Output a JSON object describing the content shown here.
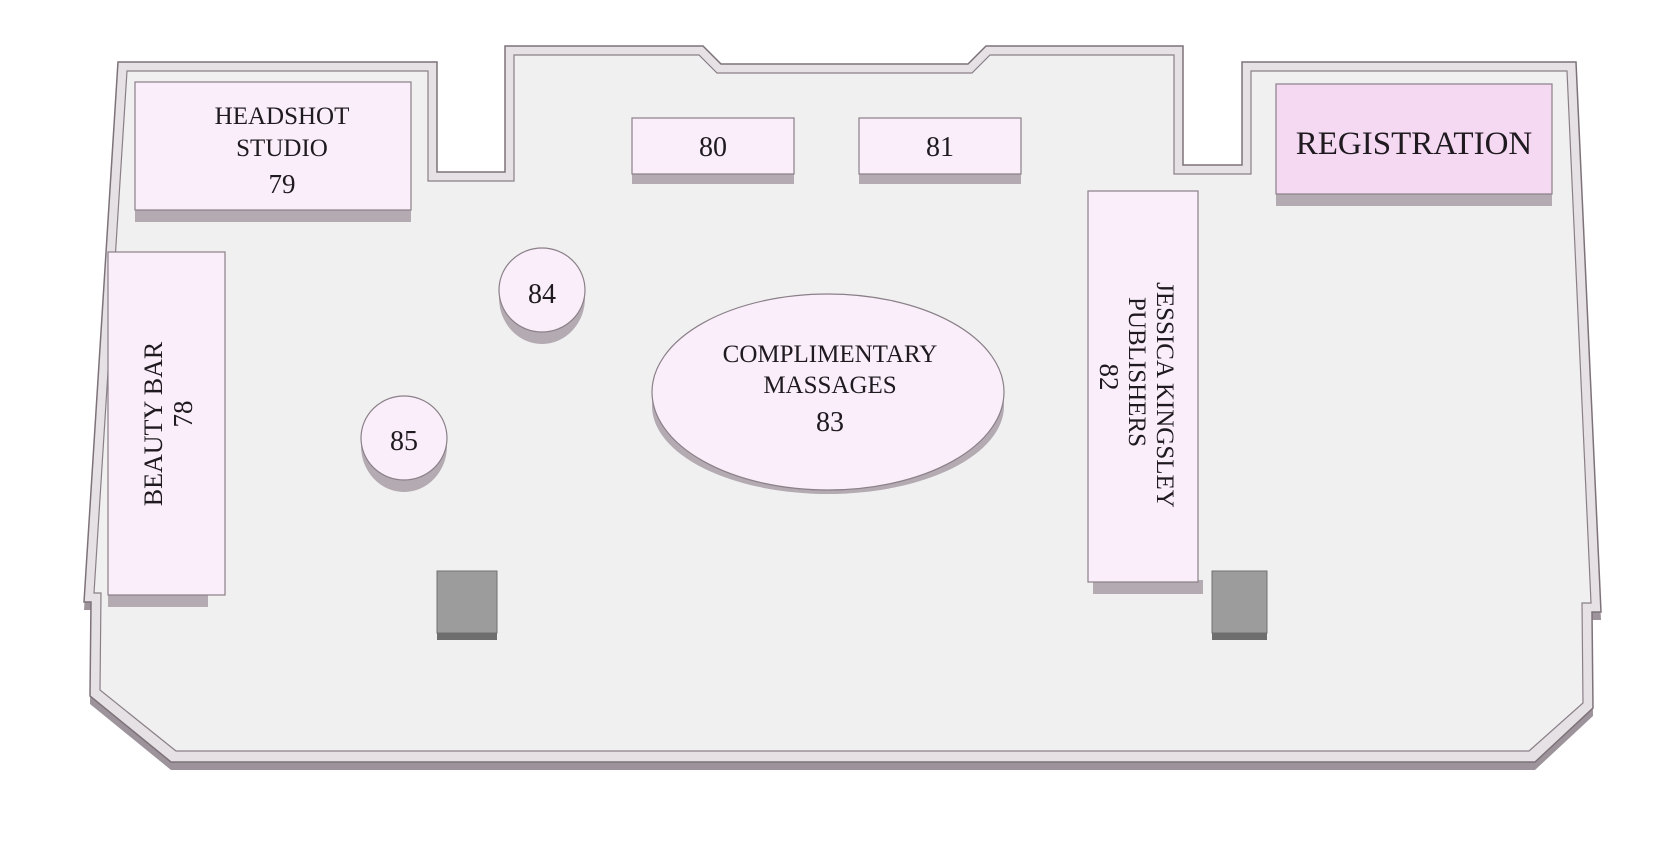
{
  "colors": {
    "floor": "#f1f0f1",
    "booth": "#faeefa",
    "registration": "#f5d8f2",
    "wall": "#e6e1e5",
    "pillar": "#9c9c9c"
  },
  "booths": {
    "headshot": {
      "line1": "HEADSHOT",
      "line2": "STUDIO",
      "number": "79"
    },
    "beauty": {
      "name": "BEAUTY BAR",
      "number": "78"
    },
    "b80": {
      "number": "80"
    },
    "b81": {
      "number": "81"
    },
    "registration": {
      "name": "REGISTRATION"
    },
    "jessica": {
      "line1": "JESSICA KINGSLEY",
      "line2": "PUBLISHERS",
      "number": "82"
    },
    "massages": {
      "line1": "COMPLIMENTARY",
      "line2": "MASSAGES",
      "number": "83"
    },
    "b84": {
      "number": "84"
    },
    "b85": {
      "number": "85"
    }
  },
  "pillars": [
    {
      "name": "pillar-left"
    },
    {
      "name": "pillar-right"
    }
  ]
}
